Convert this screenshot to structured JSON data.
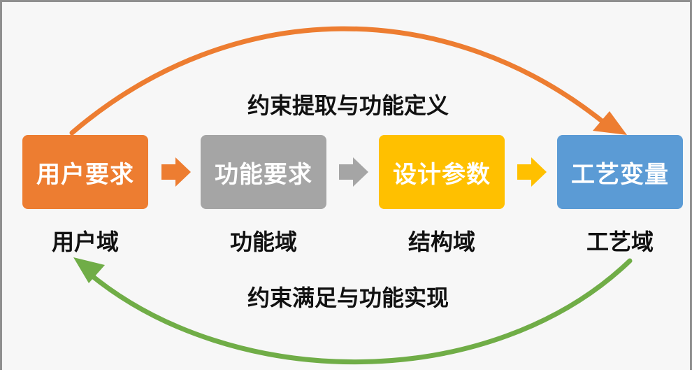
{
  "top_label": "约束提取与功能定义",
  "bottom_label": "约束满足与功能实现",
  "boxes": [
    {
      "label": "用户要求",
      "domain": "用户域",
      "color": "#ED7D31"
    },
    {
      "label": "功能要求",
      "domain": "功能域",
      "color": "#A5A5A5"
    },
    {
      "label": "设计参数",
      "domain": "结构域",
      "color": "#FFC000"
    },
    {
      "label": "工艺变量",
      "domain": "工艺域",
      "color": "#5B9BD5"
    }
  ],
  "colors": {
    "top_arc": "#ED7D31",
    "bottom_arc": "#70AD47",
    "step_arrows": [
      "#ED7D31",
      "#A5A5A5",
      "#FFC000"
    ]
  }
}
